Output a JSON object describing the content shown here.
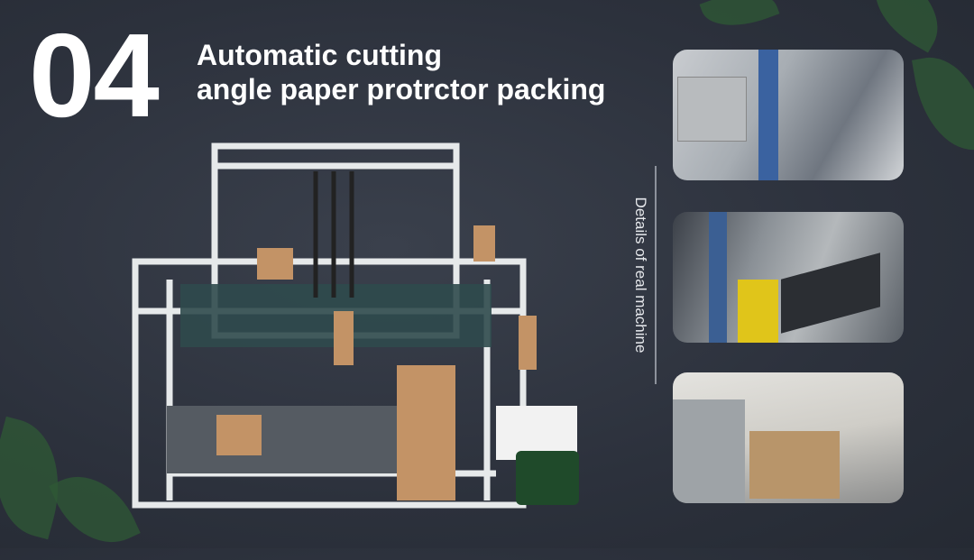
{
  "slide": {
    "number": "04",
    "title_line1": "Automatic cutting",
    "title_line2": "angle paper protrctor packing",
    "side_label": "Details of real machine"
  },
  "colors": {
    "background": "#2c313c",
    "text": "#ffffff",
    "divider": "#8d929c"
  }
}
